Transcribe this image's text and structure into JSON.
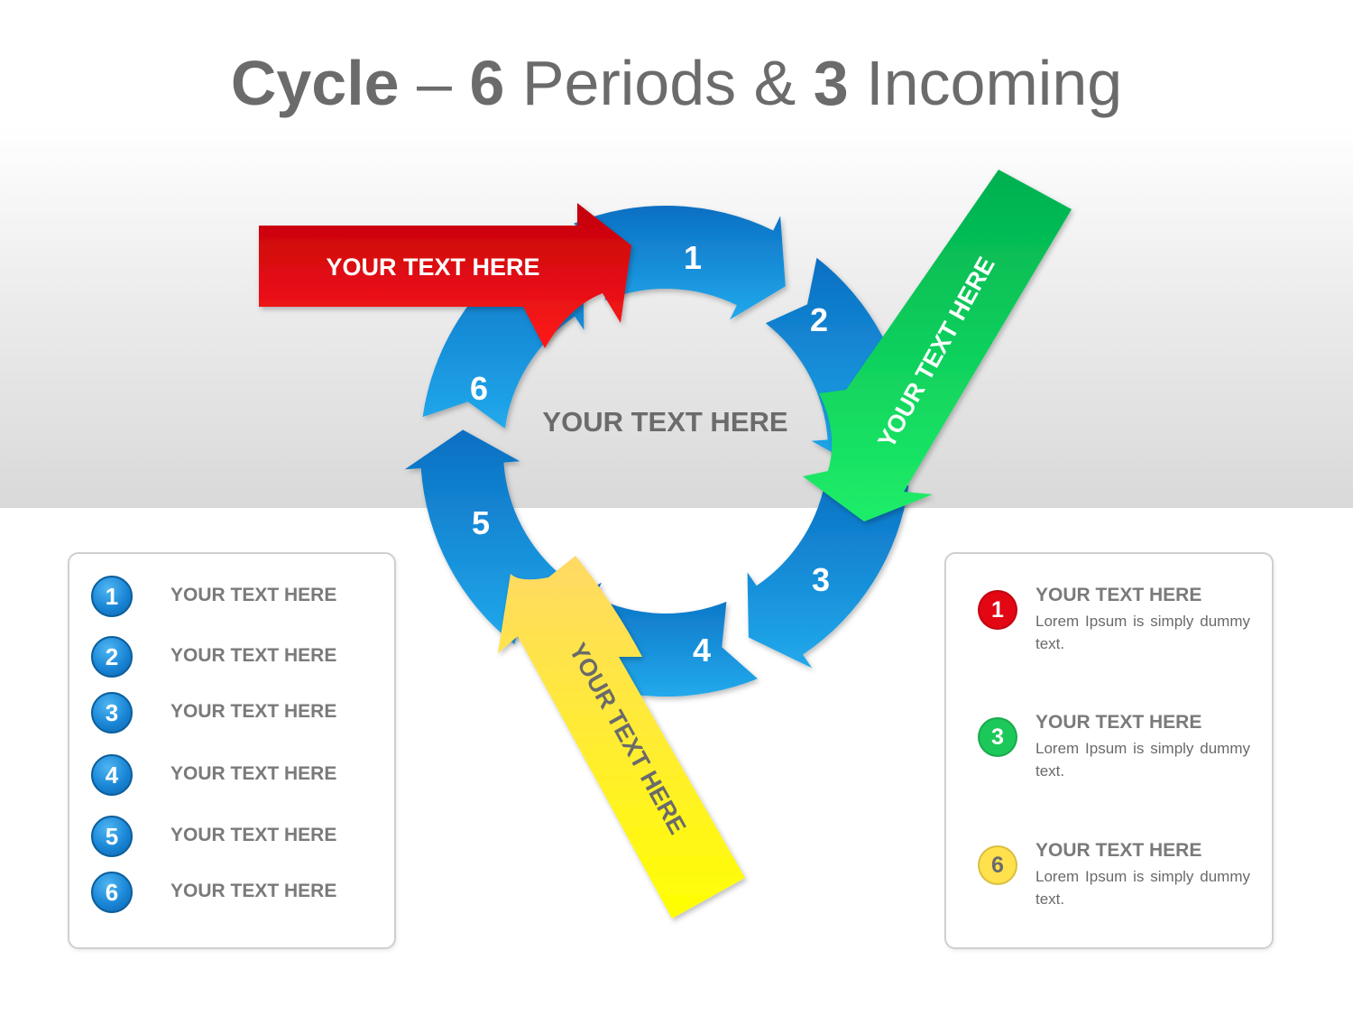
{
  "title": {
    "bold1": "Cycle",
    "sep": " – ",
    "num1": "6",
    "word1": " Periods & ",
    "num2": "3",
    "word2": " Incoming"
  },
  "center_label": "YOUR TEXT HERE",
  "cycle_segments": [
    "1",
    "2",
    "3",
    "4",
    "5",
    "6"
  ],
  "incoming_arrows": [
    {
      "label": "YOUR TEXT HERE",
      "color": "#e30613"
    },
    {
      "label": "YOUR TEXT HERE",
      "color": "#1dc85a"
    },
    {
      "label": "YOUR TEXT HERE",
      "color": "#ffe600"
    }
  ],
  "colors": {
    "cycle_blue": "#1a86d6",
    "red": "#e30613",
    "green": "#1dc85a",
    "yellow": "#ffe600",
    "text_gray": "#6b6b6b"
  },
  "left_list": [
    {
      "num": "1",
      "label": "YOUR TEXT HERE"
    },
    {
      "num": "2",
      "label": "YOUR TEXT HERE"
    },
    {
      "num": "3",
      "label": "YOUR TEXT HERE"
    },
    {
      "num": "4",
      "label": "YOUR TEXT HERE"
    },
    {
      "num": "5",
      "label": "YOUR TEXT HERE"
    },
    {
      "num": "6",
      "label": "YOUR TEXT HERE"
    }
  ],
  "right_list": [
    {
      "num": "1",
      "color": "#e30613",
      "title": "YOUR TEXT HERE",
      "desc": "Lorem Ipsum is simply dummy text."
    },
    {
      "num": "3",
      "color": "#1dc85a",
      "title": "YOUR TEXT HERE",
      "desc": "Lorem Ipsum is simply dummy text."
    },
    {
      "num": "6",
      "color": "#ffe14d",
      "title": "YOUR TEXT HERE",
      "desc": "Lorem Ipsum is simply dummy text."
    }
  ]
}
